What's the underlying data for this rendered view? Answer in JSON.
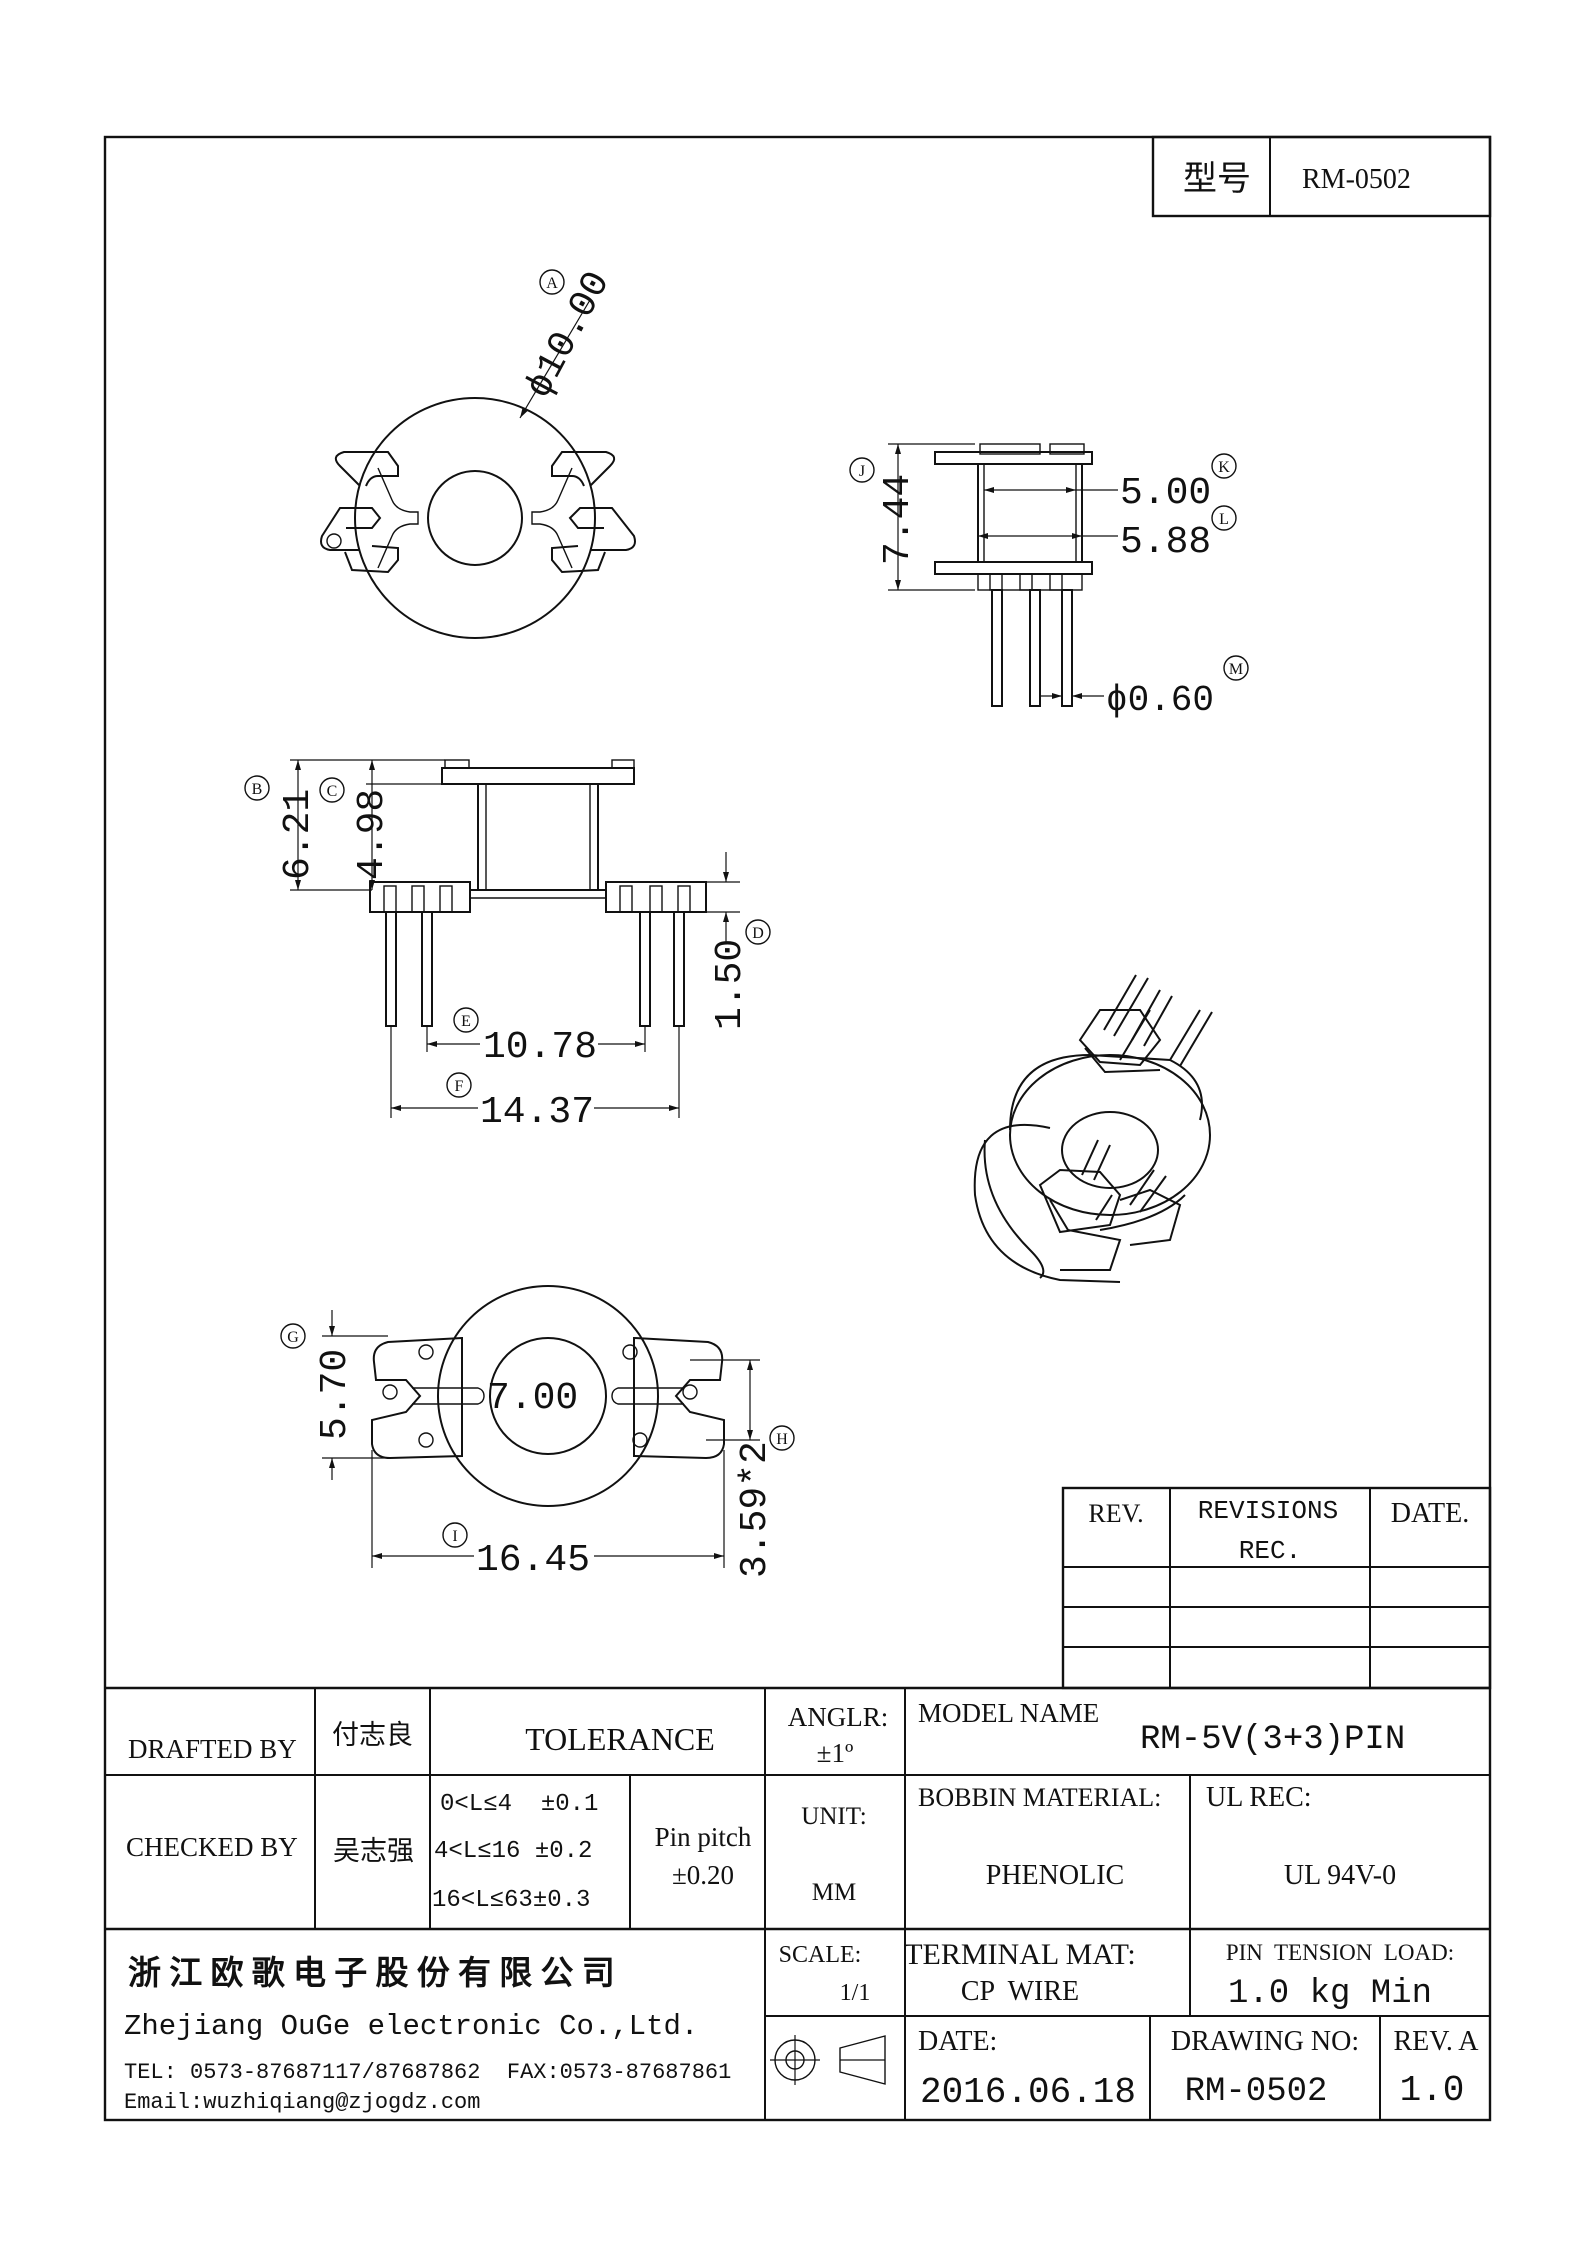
{
  "model_box": {
    "label": "型号",
    "value": "RM-0502"
  },
  "dims": {
    "A": {
      "letter": "A",
      "value": "ϕ10.00"
    },
    "B": {
      "letter": "B",
      "value": "6.21"
    },
    "C": {
      "letter": "C",
      "value": "4.98"
    },
    "D": {
      "letter": "D",
      "value": "1.50"
    },
    "E": {
      "letter": "E",
      "value": "10.78"
    },
    "F": {
      "letter": "F",
      "value": "14.37"
    },
    "G": {
      "letter": "G",
      "value": "5.70"
    },
    "H": {
      "letter": "H",
      "value": "3.59*2"
    },
    "I": {
      "letter": "I",
      "value": "16.45"
    },
    "J": {
      "letter": "J",
      "value": "7.44"
    },
    "K": {
      "letter": "K",
      "value": "5.00"
    },
    "L": {
      "letter": "L",
      "value": "5.88"
    },
    "M": {
      "letter": "M",
      "value": "ϕ0.60"
    },
    "center": {
      "value": "7.00"
    }
  },
  "revisions": {
    "headers": [
      "REV.",
      "REVISIONS",
      "REC.",
      "DATE."
    ]
  },
  "title_block": {
    "drafted_by_label": "DRAFTED BY",
    "drafted_by": "付志良",
    "tolerance_label": "TOLERANCE",
    "angle_label": "ANGLR:",
    "angle_value": "±1º",
    "model_name_label": "MODEL NAME",
    "model_name": "RM-5V(3+3)PIN",
    "checked_by_label": "CHECKED BY",
    "checked_by": "吴志强",
    "tol_rows": [
      "0<L≤4  ±0.1",
      "4<L≤16 ±0.2",
      "16<L≤63±0.3"
    ],
    "pin_pitch_label": "Pin pitch",
    "pin_pitch_value": "±0.20",
    "unit_label": "UNIT:",
    "unit_value": "MM",
    "bobbin_material_label": "BOBBIN MATERIAL:",
    "bobbin_material": "PHENOLIC",
    "ul_rec_label": "UL REC:",
    "ul_rec": "UL 94V-0",
    "company_cn": "浙 江 欧 歌 电 子 股 份 有 限 公 司",
    "company_en": "Zhejiang OuGe electronic Co.,Ltd.",
    "contact_tel": "TEL: 0573-87687117/87687862  FAX:0573-87687861",
    "contact_email": "Email:wuzhiqiang@zjogdz.com",
    "scale_label": "SCALE:",
    "scale_value": "1/1",
    "terminal_mat_label": "TERMINAL MAT:",
    "terminal_mat": "CP  WIRE",
    "pin_tension_label": "PIN  TENSION  LOAD:",
    "pin_tension": "1.0 kg Min",
    "date_label": "DATE:",
    "date": "2016.06.18",
    "drawing_no_label": "DRAWING NO:",
    "drawing_no": "RM-0502",
    "rev_label": "REV. A",
    "rev": "1.0"
  }
}
